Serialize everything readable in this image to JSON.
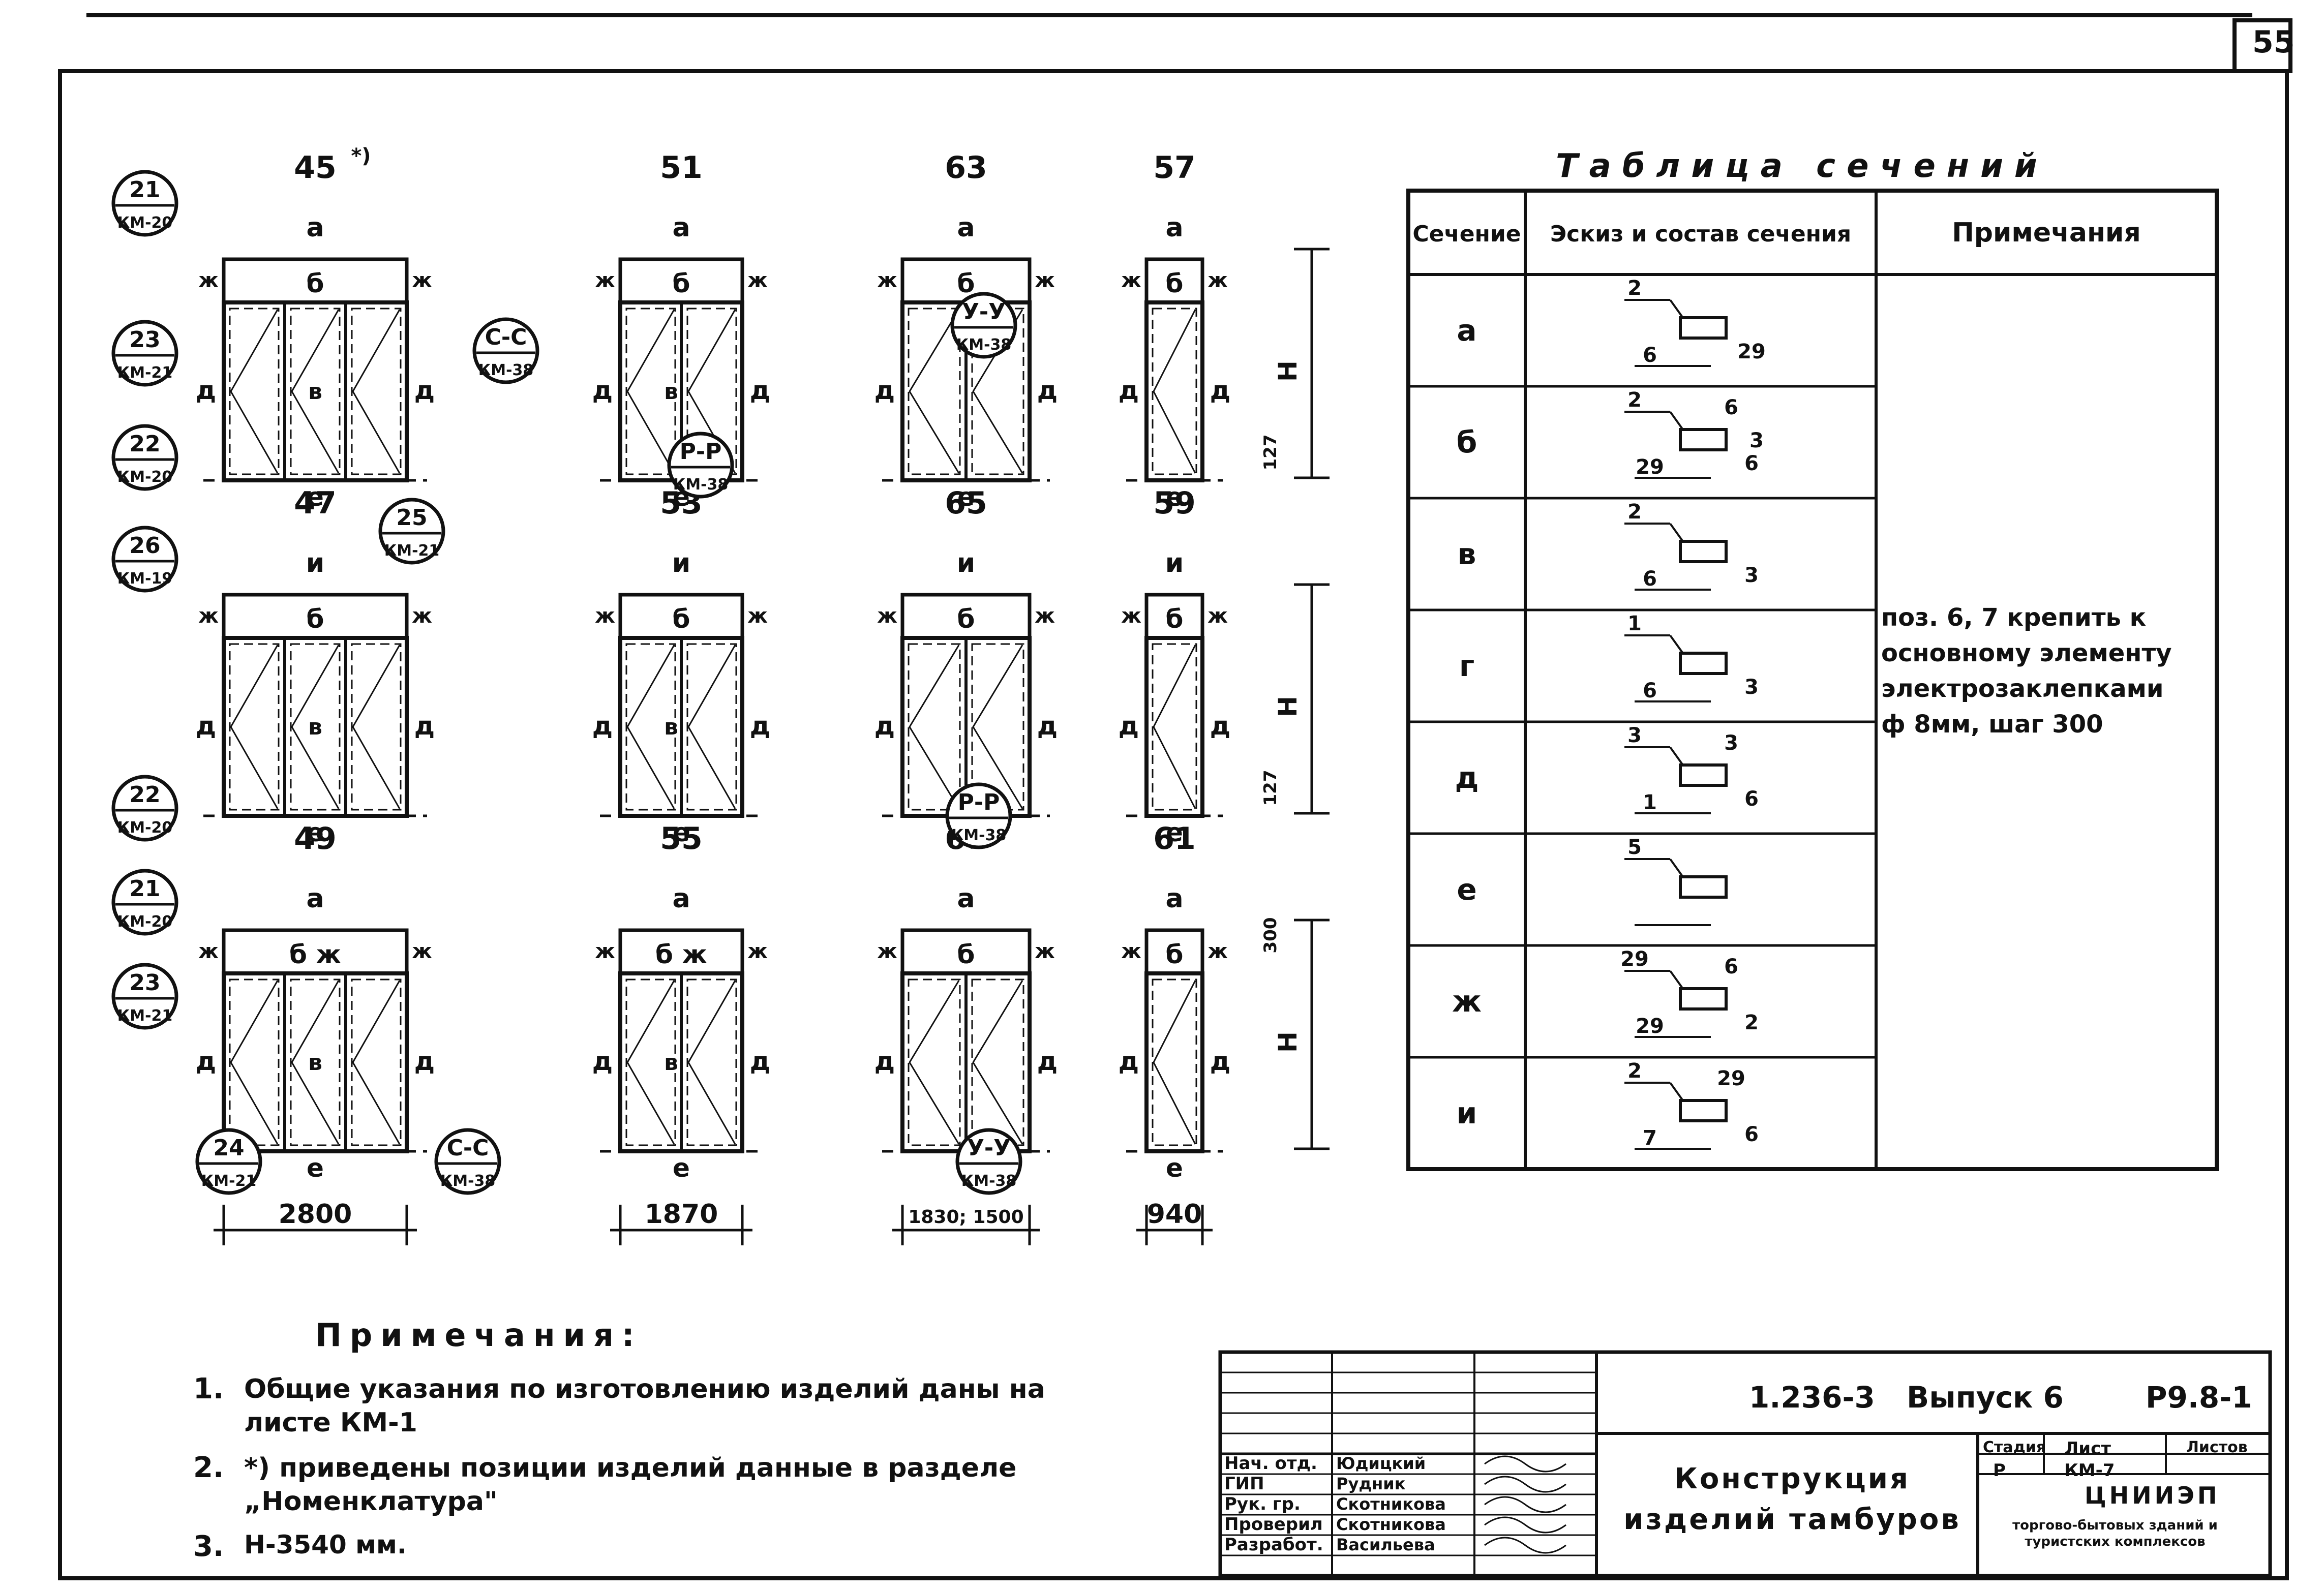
{
  "sheet_number": "55",
  "panels": [
    {
      "label": "45",
      "mark": "*)",
      "top": "а",
      "transom": "б",
      "side_left": "ж",
      "side_right": "ж",
      "jamb_left": "д",
      "jamb_right": "д",
      "bottom": "е",
      "cells": 3,
      "mid": "в"
    },
    {
      "label": "51",
      "top": "а",
      "transom": "б",
      "side_left": "ж",
      "side_right": "ж",
      "jamb_left": "д",
      "jamb_right": "д",
      "bottom": "е",
      "cells": 2,
      "mid": "в"
    },
    {
      "label": "63",
      "top": "а",
      "transom": "б",
      "side_left": "ж",
      "side_right": "ж",
      "jamb_left": "д",
      "jamb_right": "д",
      "bottom": "е",
      "cells": 2
    },
    {
      "label": "57",
      "top": "а",
      "transom": "б",
      "side_left": "ж",
      "side_right": "ж",
      "jamb_left": "д",
      "jamb_right": "д",
      "bottom": "е",
      "cells": 1
    },
    {
      "label": "47",
      "top": "и",
      "transom": "б",
      "side_left": "ж",
      "side_right": "ж",
      "jamb_left": "д",
      "jamb_right": "д",
      "bottom": "е",
      "cells": 3,
      "mid": "в"
    },
    {
      "label": "53",
      "top": "и",
      "transom": "б",
      "side_left": "ж",
      "side_right": "ж",
      "jamb_left": "д",
      "jamb_right": "д",
      "bottom": "е",
      "cells": 2,
      "mid": "в"
    },
    {
      "label": "65",
      "top": "и",
      "transom": "б",
      "side_left": "ж",
      "side_right": "ж",
      "jamb_left": "д",
      "jamb_right": "д",
      "bottom": "е",
      "cells": 2
    },
    {
      "label": "59",
      "top": "и",
      "transom": "б",
      "side_left": "ж",
      "side_right": "ж",
      "jamb_left": "д",
      "jamb_right": "д",
      "bottom": "е",
      "cells": 1
    },
    {
      "label": "49",
      "top": "а",
      "transom": "б ж",
      "side_left": "ж",
      "side_right": "ж",
      "jamb_left": "д",
      "jamb_right": "д",
      "bottom": "е",
      "cells": 3,
      "mid": "в"
    },
    {
      "label": "55",
      "top": "а",
      "transom": "б ж",
      "side_left": "ж",
      "side_right": "ж",
      "jamb_left": "д",
      "jamb_right": "д",
      "bottom": "е",
      "cells": 2,
      "mid": "в"
    },
    {
      "label": "67",
      "top": "а",
      "transom": "б",
      "side_left": "ж",
      "side_right": "ж",
      "jamb_left": "д",
      "jamb_right": "д",
      "bottom": "е",
      "cells": 2
    },
    {
      "label": "61",
      "top": "а",
      "transom": "б",
      "side_left": "ж",
      "side_right": "ж",
      "jamb_left": "д",
      "jamb_right": "д",
      "bottom": "е",
      "cells": 1
    }
  ],
  "callouts": [
    {
      "num": "21",
      "ref": "КМ-20"
    },
    {
      "num": "23",
      "ref": "КМ-21"
    },
    {
      "num": "22",
      "ref": "КМ-20"
    },
    {
      "num": "С-С",
      "ref": "КМ-38"
    },
    {
      "num": "Р-Р",
      "ref": "КМ-38"
    },
    {
      "num": "У-У",
      "ref": "КМ-38"
    },
    {
      "num": "26",
      "ref": "КМ-19"
    },
    {
      "num": "25",
      "ref": "КМ-21"
    },
    {
      "num": "22",
      "ref": "КМ-20"
    },
    {
      "num": "Р-Р",
      "ref": "КМ-38"
    },
    {
      "num": "21",
      "ref": "КМ-20"
    },
    {
      "num": "23",
      "ref": "КМ-21"
    },
    {
      "num": "24",
      "ref": "КМ-21"
    },
    {
      "num": "С-С",
      "ref": "КМ-38"
    },
    {
      "num": "У-У",
      "ref": "КМ-38"
    }
  ],
  "dimensions": {
    "widths": [
      "2800",
      "1870",
      "1830; 1500",
      "940"
    ],
    "height_label": "Н",
    "dim_127": "127",
    "dim_300": "300"
  },
  "section_table": {
    "title": "Таблица сечений",
    "headers": [
      "Сечение",
      "Эскиз и состав сечения",
      "Примечания"
    ],
    "rows": [
      {
        "section": "а",
        "sketch": [
          "2",
          "6",
          "29"
        ]
      },
      {
        "section": "б",
        "sketch": [
          "2",
          "29",
          "6",
          "6",
          "3"
        ]
      },
      {
        "section": "в",
        "sketch": [
          "2",
          "6",
          "3"
        ]
      },
      {
        "section": "г",
        "sketch": [
          "1",
          "6",
          "3"
        ]
      },
      {
        "section": "д",
        "sketch": [
          "3",
          "1",
          "6",
          "3"
        ]
      },
      {
        "section": "е",
        "sketch": [
          "5"
        ]
      },
      {
        "section": "ж",
        "sketch": [
          "29",
          "29",
          "2",
          "6"
        ]
      },
      {
        "section": "и",
        "sketch": [
          "2",
          "7",
          "6",
          "29"
        ]
      }
    ],
    "note": "поз. 6, 7 крепить к основному элементу электрозаклепками ф 8мм, шаг 300"
  },
  "notes": {
    "title": "Примечания:",
    "items": [
      {
        "num": "1.",
        "text": "Общие указания по изготовлению изделий даны на листе КМ-1"
      },
      {
        "num": "2.",
        "text": "*) приведены позиции изделий данные в разделе „Номенклатура\""
      },
      {
        "num": "3.",
        "text": "Н-3540 мм."
      }
    ]
  },
  "title_block": {
    "code": "1.236-3",
    "issue": "Выпуск 6",
    "page_ref": "Р9.8-1",
    "roles": [
      "Нач. отд.",
      "ГИП",
      "Рук. гр.",
      "Проверил",
      "Разработ."
    ],
    "names": [
      "Юдицкий",
      "Рудник",
      "Скотникова",
      "Скотникова",
      "Васильева"
    ],
    "title": "Конструкция изделий тамбуров",
    "stage_header": "Стадия",
    "sheet_header": "Лист",
    "sheets_header": "Листов",
    "stage": "Р",
    "sheet": "КМ-7",
    "org": "ЦНИИЭП",
    "org_sub": "торгово-бытовых зданий и туристских комплексов"
  }
}
